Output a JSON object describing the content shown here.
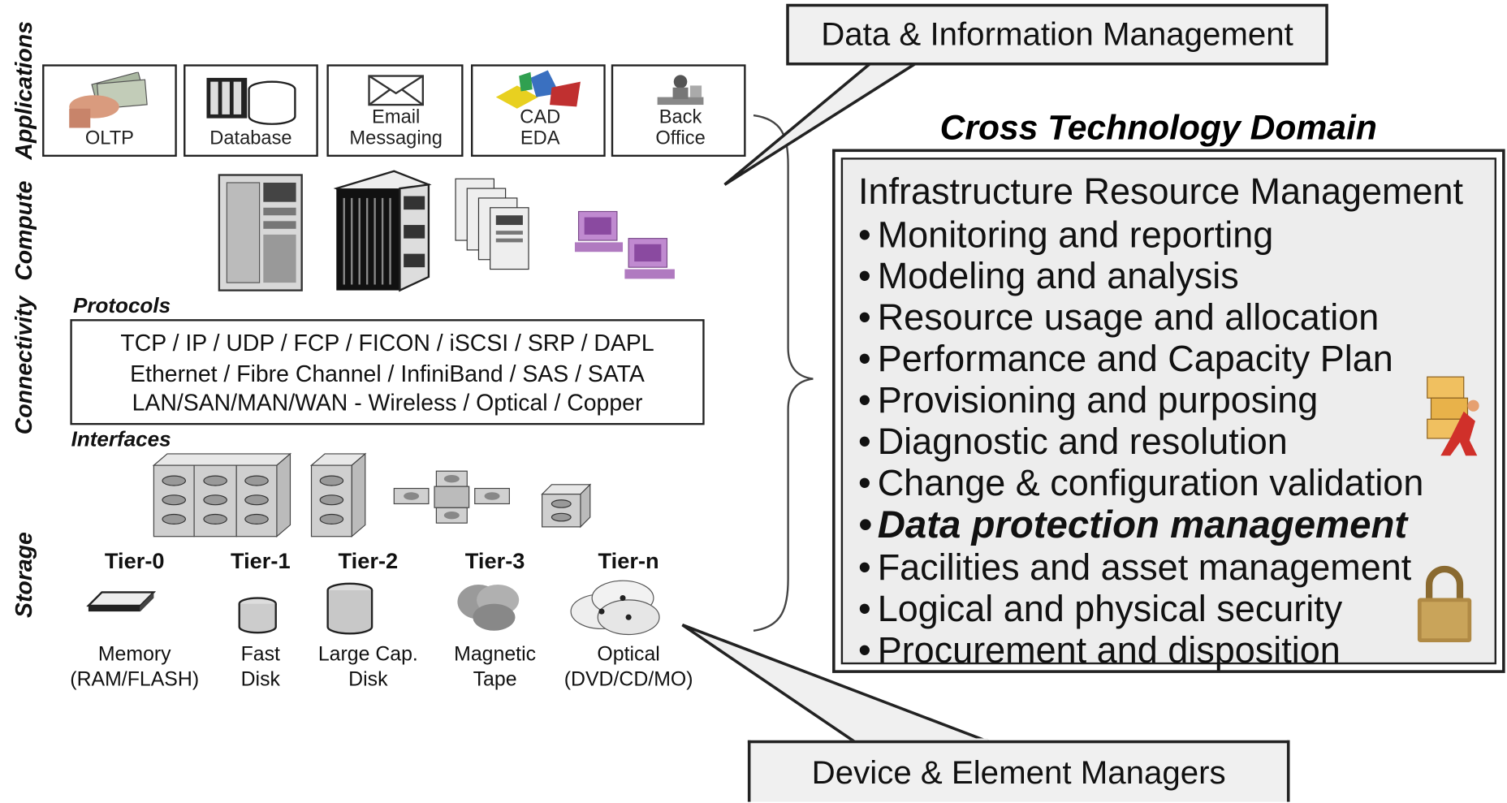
{
  "side_labels": {
    "applications": "Applications",
    "connectivity": "Connectivity",
    "compute": "Compute",
    "storage": "Storage"
  },
  "applications": [
    {
      "label": "OLTP",
      "icon": "money-hand-icon"
    },
    {
      "label": "Database",
      "icon": "database-icon"
    },
    {
      "label": "Email Messaging",
      "icon": "envelope-icon"
    },
    {
      "label": "CAD EDA",
      "icon": "cad-shapes-icon"
    },
    {
      "label": "Back Office",
      "icon": "office-icon"
    }
  ],
  "protocols": {
    "heading": "Protocols",
    "lines": [
      "TCP / IP / UDP / FCP / FICON / iSCSI / SRP / DAPL",
      "Ethernet / Fibre Channel / InfiniBand / SAS / SATA",
      "LAN/SAN/MAN/WAN - Wireless / Optical / Copper"
    ]
  },
  "interfaces_heading": "Interfaces",
  "tiers": [
    {
      "name": "Tier-0",
      "label": "Memory (RAM/FLASH)"
    },
    {
      "name": "Tier-1",
      "label": "Fast Disk"
    },
    {
      "name": "Tier-2",
      "label": "Large Cap. Disk"
    },
    {
      "name": "Tier-3",
      "label": "Magnetic Tape"
    },
    {
      "name": "Tier-n",
      "label": "Optical (DVD/CD/MO)"
    }
  ],
  "callouts": {
    "top": "Data & Information Management",
    "bottom": "Device & Element Managers"
  },
  "cross_title": "Cross Technology Domain",
  "irm": {
    "title": "Infrastructure Resource Management",
    "items": [
      "Monitoring and reporting",
      "Modeling and analysis",
      "Resource usage and allocation",
      "Performance and Capacity Plan",
      "Provisioning and purposing",
      "Diagnostic and resolution",
      "Change & configuration validation",
      "Data protection management",
      "Facilities and asset management",
      "Logical and physical security",
      "Procurement and disposition"
    ],
    "highlighted_index": 7
  },
  "colors": {
    "callout_bg": "#f0f0f0",
    "irm_bg": "#ededed",
    "padlock": "#b08a45",
    "mover": "#e8b24a",
    "desktop": "#b07ac0"
  }
}
